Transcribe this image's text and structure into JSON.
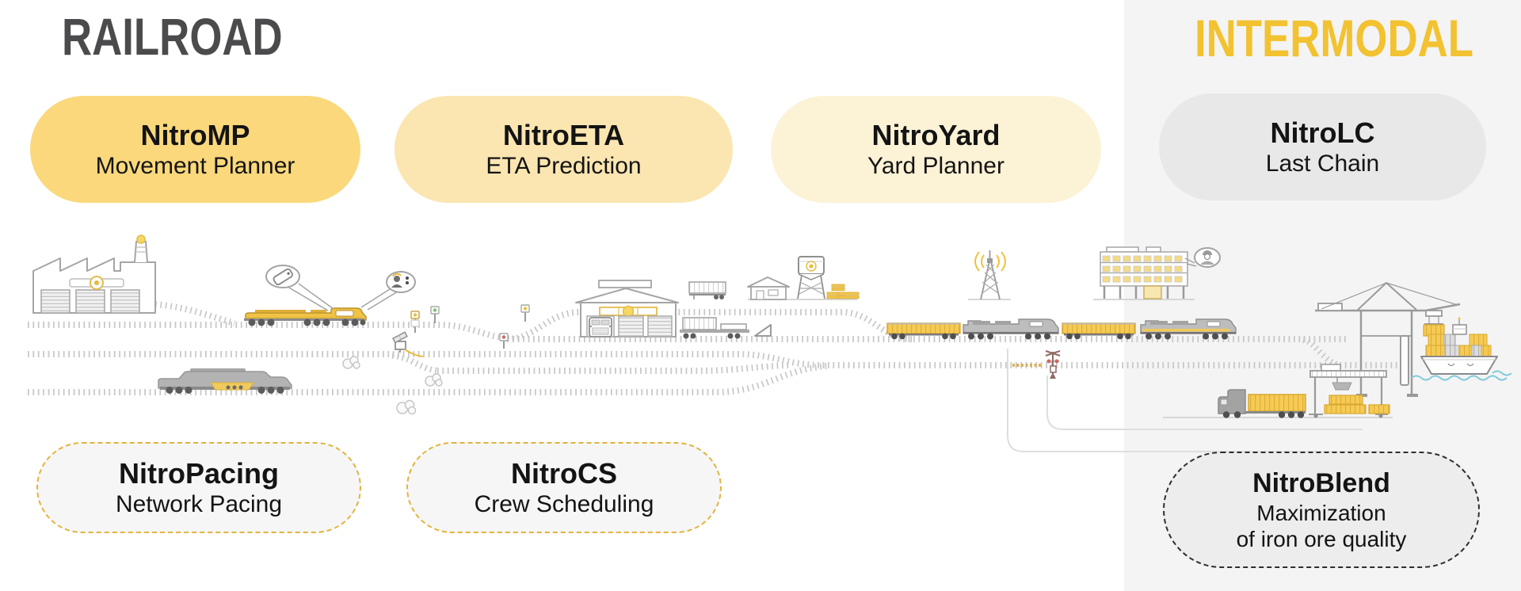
{
  "header": {
    "railroad": "RAILROAD",
    "intermodal": "INTERMODAL"
  },
  "badges": {
    "nitromp": {
      "title": "NitroMP",
      "subtitle": "Movement Planner"
    },
    "nitroeta": {
      "title": "NitroETA",
      "subtitle": "ETA Prediction"
    },
    "nitroyard": {
      "title": "NitroYard",
      "subtitle": "Yard Planner"
    },
    "nitrolc": {
      "title": "NitroLC",
      "subtitle": "Last Chain"
    },
    "nitropacing": {
      "title": "NitroPacing",
      "subtitle": "Network Pacing"
    },
    "nitrocs": {
      "title": "NitroCS",
      "subtitle": "Crew Scheduling"
    },
    "nitroblend": {
      "title": "NitroBlend",
      "subtitle_line1": "Maximization",
      "subtitle_line2": "of iron ore quality"
    }
  },
  "colors": {
    "railroad_title": "#4B4B4D",
    "intermodal_title": "#F2C230",
    "pill_nitromp": "#FAD87B",
    "pill_nitroeta": "#FBE6B1",
    "pill_nitroyard": "#FCF2D6",
    "pill_nitrolc": "#E8E8E9",
    "pill_dashed_fill": "#F6F6F6",
    "dashed_yellow_border": "#E2B43C",
    "pill_nitroblend": "#EDEDEE",
    "dashed_dark_border": "#2E2E2E",
    "intermodal_panel": "#F4F4F5",
    "track_gray": "#C9C9C9",
    "outline_gray": "#A5A5A5",
    "train_yellow": "#F2C64A",
    "water_blue": "#7FCBD8"
  },
  "illustration": {
    "description": "Rail network scene from factory to intermodal port",
    "elements": [
      "factory",
      "yellow-freight-locomotive",
      "mobile-device-bubble",
      "dispatcher-bubble",
      "wayside-signals",
      "solar-trackside-sensor",
      "maintenance-locomotive",
      "bushes",
      "engine-depot",
      "well-car",
      "track-bumper",
      "parked-trailer",
      "storage-shed",
      "water-tower",
      "pallets",
      "radio-tower",
      "freight-train",
      "level-crossing-signal",
      "office-building",
      "worker-bubble",
      "sts-portal-crane",
      "quay-wall",
      "container-ship",
      "water-waves",
      "rtg-gantry-crane",
      "container-stacks",
      "container-truck",
      "rail-yard-tracks",
      "access-roads"
    ]
  }
}
